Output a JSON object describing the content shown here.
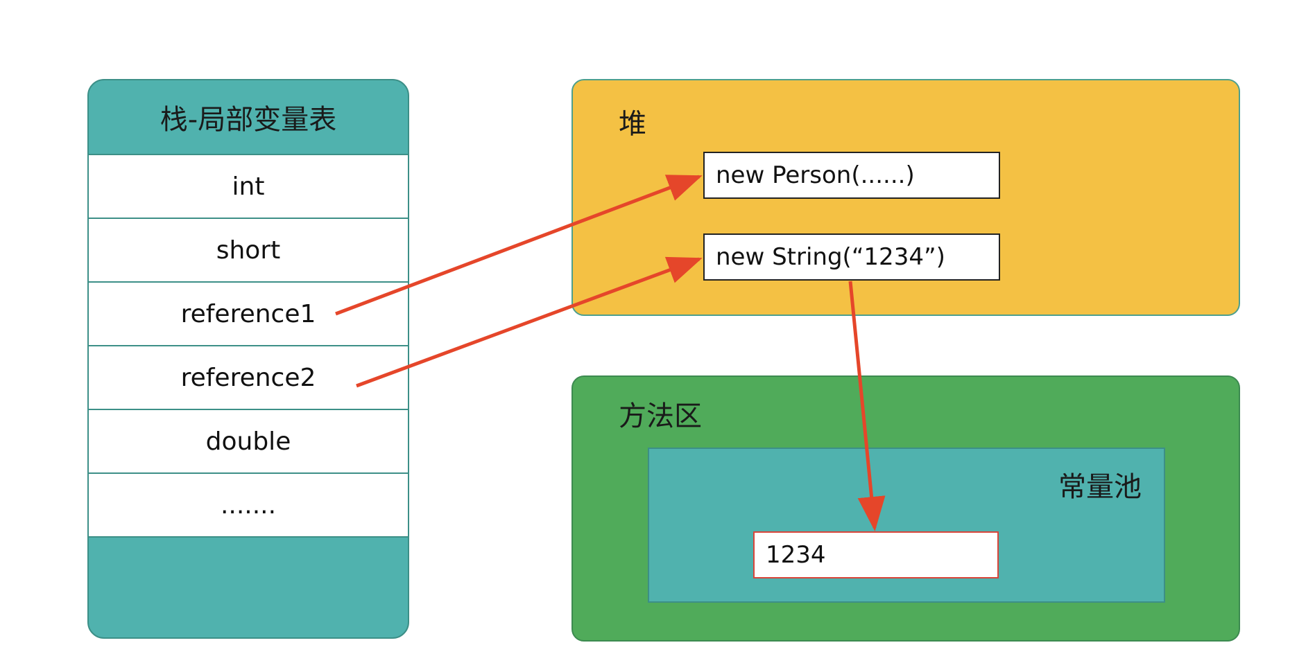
{
  "colors": {
    "stack_fill": "#50b2ae",
    "heap_fill": "#f4c144",
    "method_area_fill": "#50ab5a",
    "constant_pool_fill": "#50b2ae",
    "arrow": "#e5462a"
  },
  "stack": {
    "title": "栈-局部变量表",
    "rows": [
      "int",
      "short",
      "reference1",
      "reference2",
      "double",
      "......."
    ]
  },
  "heap": {
    "title": "堆",
    "objects": [
      "new Person(......)",
      "new String(“1234”)"
    ]
  },
  "method_area": {
    "title": "方法区",
    "constant_pool": {
      "title": "常量池",
      "value": "1234"
    }
  },
  "arrows": [
    {
      "from": "reference1",
      "to": "new Person(......)"
    },
    {
      "from": "reference2",
      "to": "new String(“1234”)"
    },
    {
      "from": "new String(“1234”)",
      "to": "1234"
    }
  ]
}
